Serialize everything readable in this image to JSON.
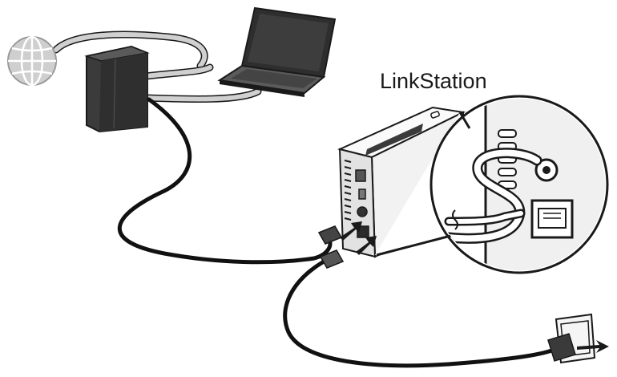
{
  "labels": {
    "device_name": "LinkStation"
  },
  "components": {
    "internet": "globe-icon",
    "router": "router",
    "computer": "laptop",
    "nas": "linkstation-nas",
    "detail": "magnified-port-detail",
    "power": "wall-outlet"
  },
  "colors": {
    "outline": "#1a1a1a",
    "router_fill": "#3b3b3b",
    "cable_grey": "#d0d0d0",
    "globe_grey": "#cfcfcf",
    "nas_body": "#f2f2f2",
    "nas_side": "#e2e2e2"
  }
}
